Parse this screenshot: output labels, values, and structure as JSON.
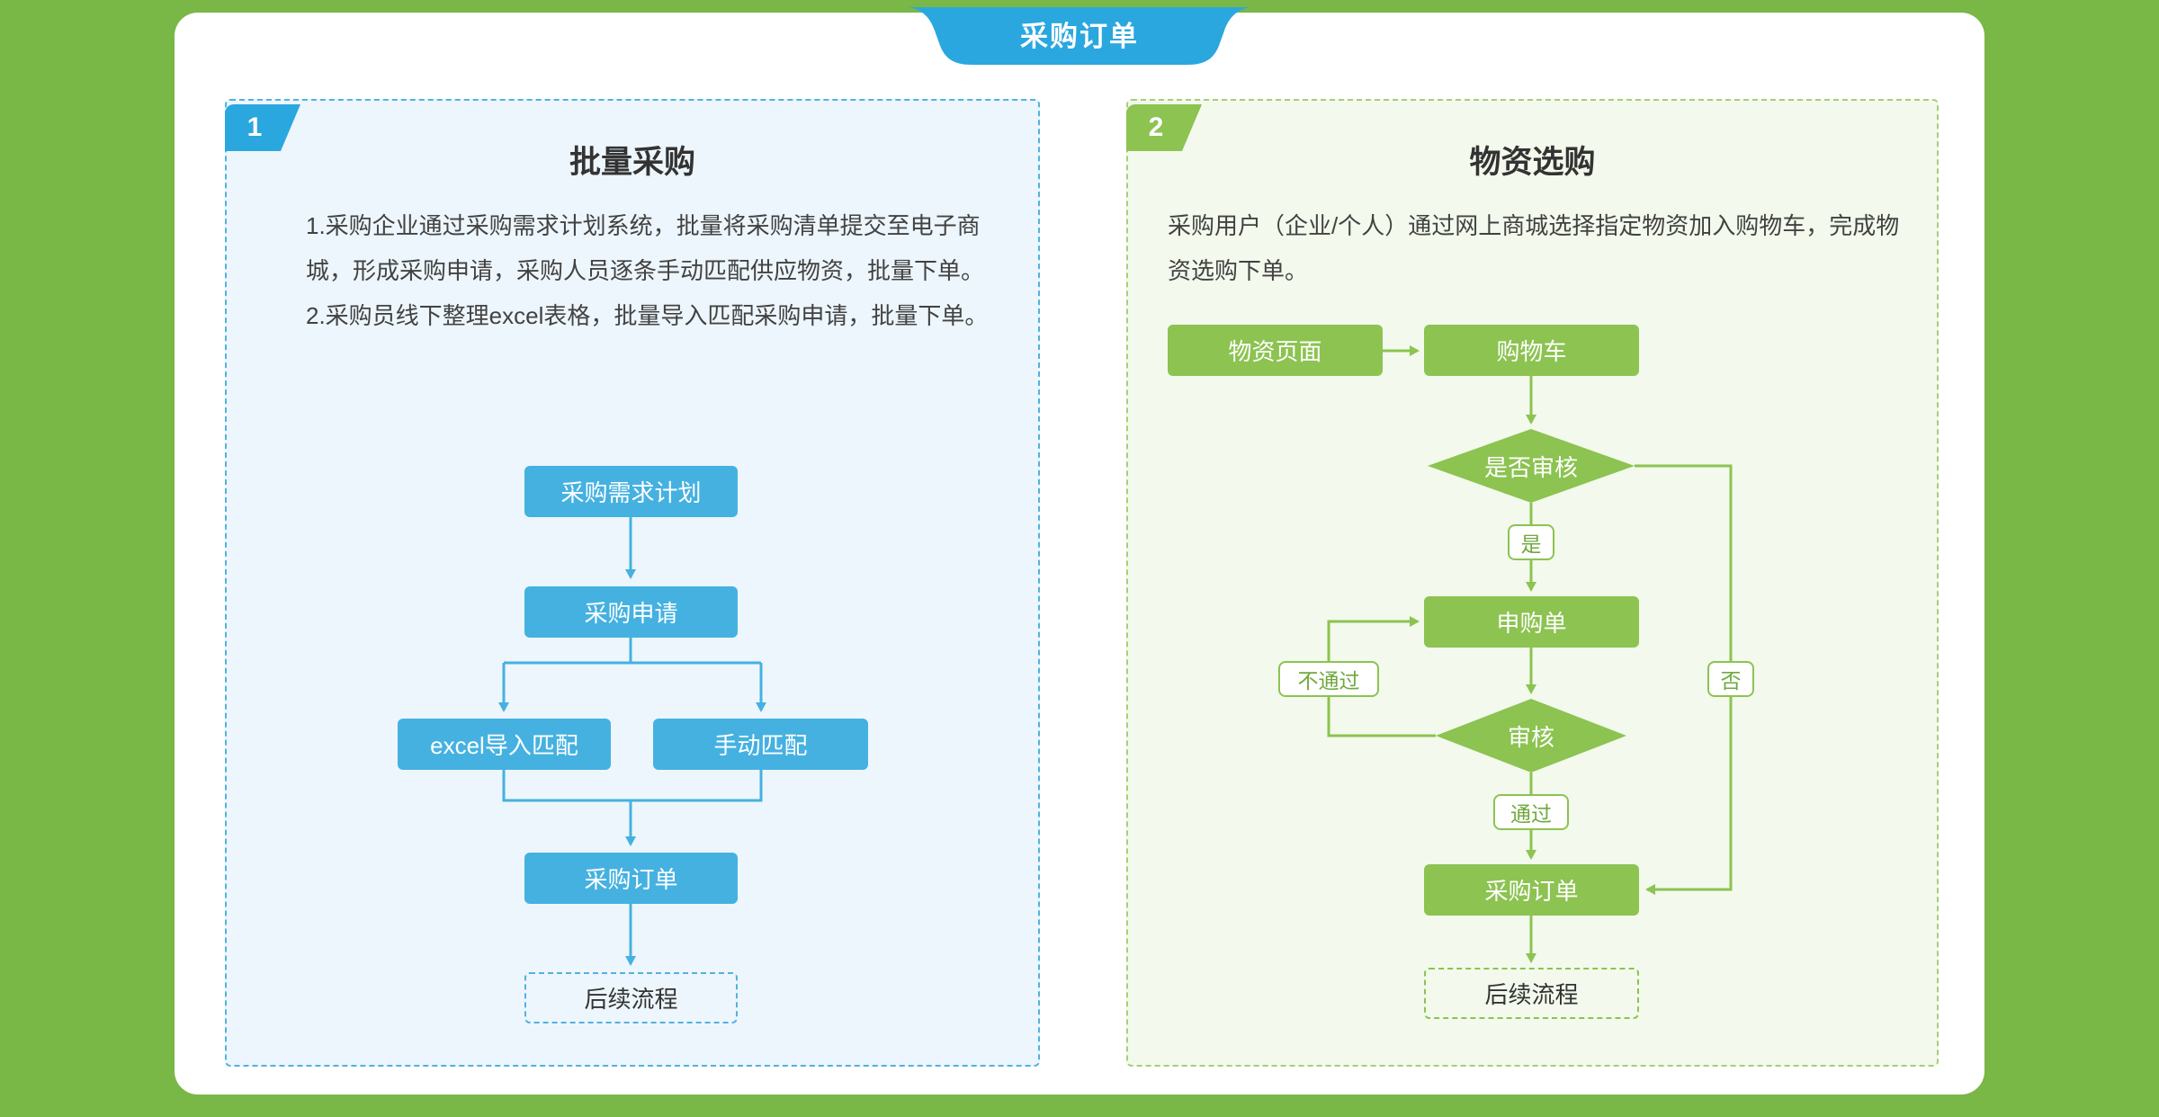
{
  "theme": {
    "bg-green": "#79b747",
    "accent-blue": "#2aa7df",
    "box-blue": "#45b1e1",
    "accent-green": "#8cc351",
    "panel-blue-bg": "#edf6fc",
    "panel-green-bg": "#f3f9ec"
  },
  "header": {
    "title_tab": "采购订单"
  },
  "left_panel": {
    "badge": "1",
    "title": "批量采购",
    "description": [
      "1.采购企业通过采购需求计划系统，批量将采购清单提交至电子商城，形成采购申请，采购人员逐条手动匹配供应物资，批量下单。",
      "2.采购员线下整理excel表格，批量导入匹配采购申请，批量下单。"
    ],
    "flow": {
      "demand_plan": "采购需求计划",
      "purchase_request": "采购申请",
      "excel_match": "excel导入匹配",
      "manual_match": "手动匹配",
      "purchase_order": "采购订单",
      "next_step": "后续流程"
    }
  },
  "right_panel": {
    "badge": "2",
    "title": "物资选购",
    "description": "采购用户（企业/个人）通过网上商城选择指定物资加入购物车，完成物资选购下单。",
    "flow": {
      "goods_page": "物资页面",
      "cart": "购物车",
      "review_decision": "是否审核",
      "yes": "是",
      "no": "否",
      "requisition": "申购单",
      "review": "审核",
      "pass": "通过",
      "fail": "不通过",
      "purchase_order": "采购订单",
      "next_step": "后续流程"
    }
  }
}
